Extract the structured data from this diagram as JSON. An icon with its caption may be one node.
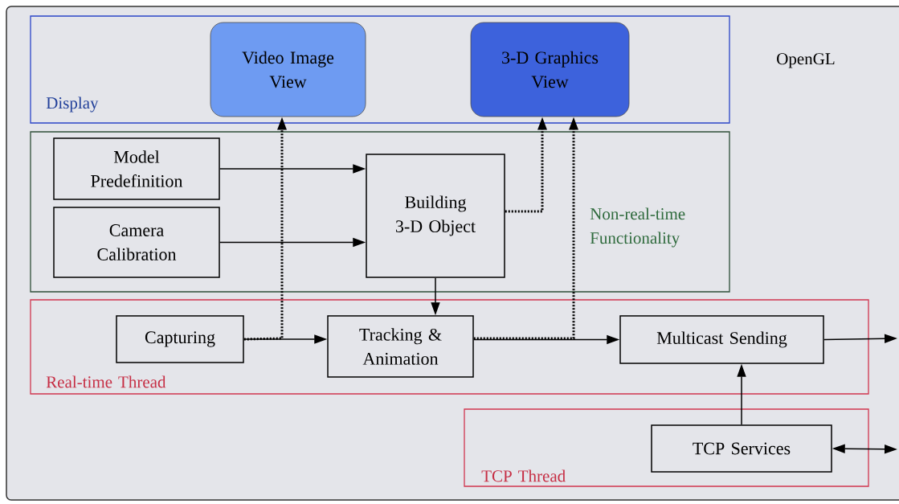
{
  "diagram": {
    "nodes": [
      {
        "text": [
          "Display"
        ]
      },
      {
        "text": [
          "Video Image View"
        ],
        "in": 0
      },
      {
        "text": [
          "3-D Graphics View"
        ],
        "in": 0
      },
      {
        "text": [
          "Non-real-time Functionality"
        ]
      },
      {
        "text": [
          "Model Predefinition"
        ],
        "in": 3
      },
      {
        "text": [
          "Camera Calibration"
        ],
        "in": 3
      },
      {
        "text": [
          "Building 3-D Object"
        ],
        "in": 3
      },
      {
        "text": [
          "Real-time Thread"
        ]
      },
      {
        "text": [
          "Capturing"
        ],
        "in": 7
      },
      {
        "text": [
          "Tracking & Animation"
        ],
        "in": 7
      },
      {
        "text": [
          "Multicast Sending"
        ],
        "in": 7
      },
      {
        "text": [
          "TCP Thread"
        ]
      },
      {
        "text": [
          "TCP Services"
        ],
        "in": 11
      }
    ],
    "edges": [
      {
        "from": 4,
        "to": 6,
        "arrow": "to"
      },
      {
        "from": 5,
        "to": 6,
        "arrow": "to"
      },
      {
        "from": 6,
        "to": 9,
        "arrow": "to"
      },
      {
        "from": 8,
        "to": 9,
        "arrow": "to"
      },
      {
        "from": 9,
        "to": 10,
        "arrow": "to"
      },
      {
        "from": 10,
        "to": null,
        "arrow": "to"
      },
      {
        "from": 12,
        "to": 10,
        "arrow": "to"
      },
      {
        "from": 12,
        "to": null,
        "arrow": "both"
      },
      {
        "from": 8,
        "to": 1,
        "arrow": "to",
        "style": "dashed"
      },
      {
        "from": 6,
        "to": 2,
        "arrow": "to",
        "style": "dashed"
      },
      {
        "from": 9,
        "to": 2,
        "arrow": "to",
        "style": "dashed"
      }
    ],
    "labels": [
      "OpenGL"
    ]
  }
}
